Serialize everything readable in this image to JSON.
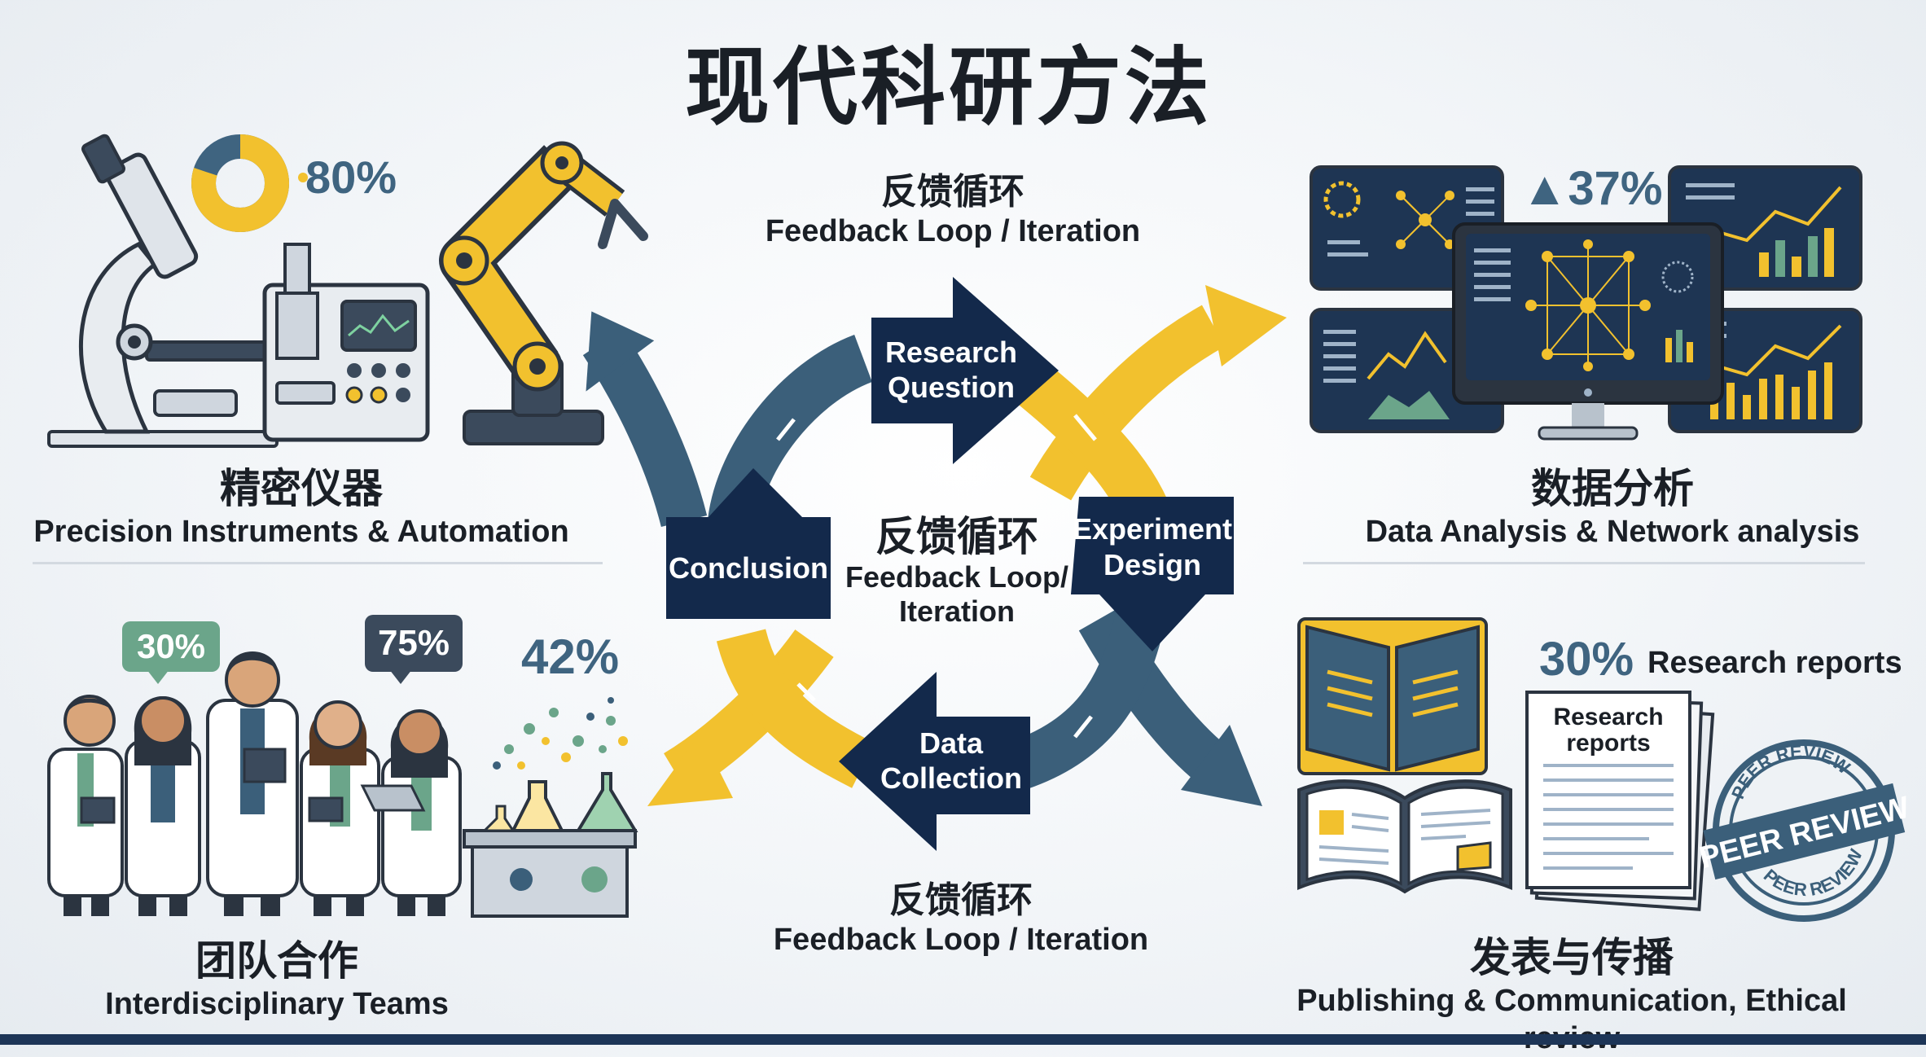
{
  "title": "现代科研方法",
  "center": {
    "cn": "反馈循环",
    "en_line1": "Feedback Loop/",
    "en_line2": "Iteration"
  },
  "cycle_steps": {
    "research_line1": "Research",
    "research_line2": "Question",
    "experiment_line1": "Experiment",
    "experiment_line2": "Design",
    "data_line1": "Data",
    "data_line2": "Collection",
    "conclusion": "Conclusion"
  },
  "feedback_top": {
    "cn": "反馈循环",
    "en": "Feedback Loop / Iteration"
  },
  "feedback_bottom": {
    "cn": "反馈循环",
    "en": "Feedback Loop / Iteration"
  },
  "quadrants": {
    "instruments": {
      "cn": "精密仪器",
      "en": "Precision Instruments & Automation",
      "stat": "80%",
      "progress": 0.8
    },
    "data": {
      "cn": "数据分析",
      "en": "Data Analysis & Network analysis",
      "stat": "▲37%"
    },
    "teams": {
      "cn": "团队合作",
      "en": "Interdisciplinary Teams",
      "bubble1": "30%",
      "bubble2": "75%",
      "stat": "42%"
    },
    "publishing": {
      "cn": "发表与传播",
      "en": "Publishing & Communication, Ethical review",
      "stat": "30%",
      "stat_label": "Research reports",
      "doc_line1": "Research",
      "doc_line2": "reports",
      "stamp_main": "PEER REVIEW",
      "stamp_ring": "PEER REVIEW"
    }
  },
  "colors": {
    "navy": "#13294b",
    "slate": "#3b5f7a",
    "yellow": "#f2c12e",
    "dark": "#1a1f26"
  }
}
